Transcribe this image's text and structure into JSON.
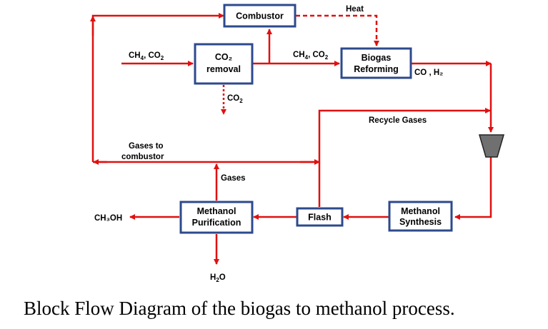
{
  "diagram": {
    "blocks": {
      "combustor": "Combustor",
      "co2_removal_line1": "CO₂",
      "co2_removal_line2": "removal",
      "biogas_line1": "Biogas",
      "biogas_line2": "Reforming",
      "methanol_synthesis_line1": "Methanol",
      "methanol_synthesis_line2": "Synthesis",
      "flash": "Flash",
      "methanol_purification_line1": "Methanol",
      "methanol_purification_line2": "Purification"
    },
    "streams": {
      "feed_main": "CH",
      "feed_sub1": "4",
      "feed_mid": ", CO",
      "feed_sub2": "2",
      "reform_feed_main": "CH",
      "reform_feed_sub1": "4",
      "reform_feed_mid": ", CO",
      "reform_feed_sub2": "2",
      "co2_out_main": "CO",
      "co2_out_sub": "2",
      "heat": "Heat",
      "syngas": "CO , H₂",
      "recycle_gases": "Recycle Gases",
      "gases_to_combustor_line1": "Gases to",
      "gases_to_combustor_line2": "combustor",
      "gases": "Gases",
      "methanol_product": "CH₃OH",
      "water_main": "H",
      "water_sub": "2",
      "water_end": "O"
    },
    "caption": "Block Flow Diagram of the biogas to methanol process.",
    "colors": {
      "flow_line": "#e01010",
      "block_border": "#2c4a8c",
      "compressor_fill": "#707070"
    }
  }
}
